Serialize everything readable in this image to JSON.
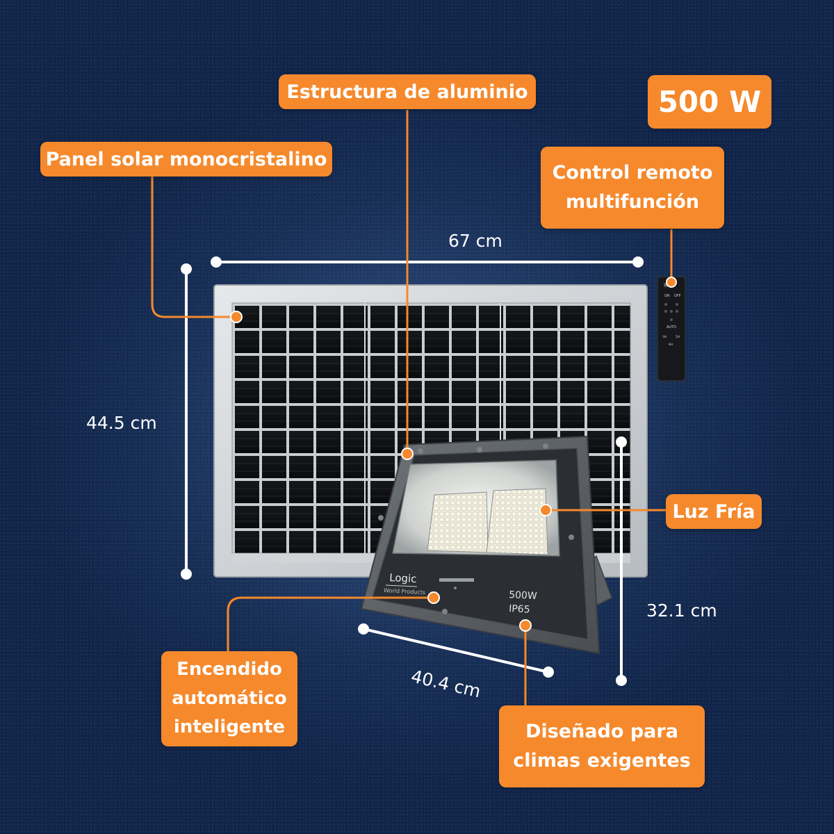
{
  "power_badge": "500 W",
  "callouts": {
    "aluminum": "Estructura de aluminio",
    "solar_panel": "Panel solar monocristalino",
    "remote": "Control remoto\nmultifunción",
    "cold_light": "Luz Fría",
    "auto_on": "Encendido\nautomático\ninteligente",
    "weather": "Diseñado para\nclimas exigentes"
  },
  "dimensions": {
    "panel_width": "67 cm",
    "panel_height": "44.5 cm",
    "light_height": "32.1 cm",
    "light_width": "40.4 cm"
  },
  "floodlight": {
    "brand": "Logic",
    "brand_sub": "World Products",
    "wattage": "500W",
    "rating": "IP65"
  },
  "remote_labels": {
    "on": "ON",
    "off": "OFF",
    "auto": "AUTO",
    "t3": "3H",
    "t5": "5H",
    "t8": "8H"
  },
  "colors": {
    "accent": "#f5892c",
    "background": "#1c3560"
  }
}
